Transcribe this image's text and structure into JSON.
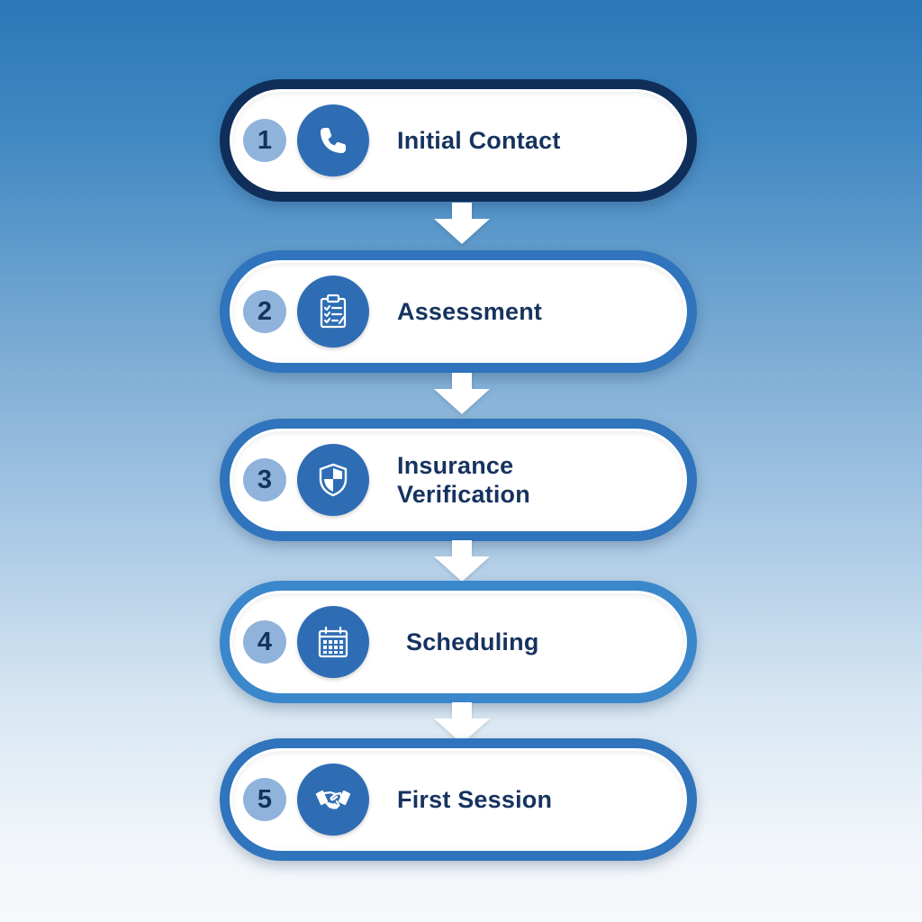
{
  "steps": [
    {
      "number": "1",
      "label": "Initial Contact",
      "icon": "phone-icon"
    },
    {
      "number": "2",
      "label": "Assessment",
      "icon": "clipboard-icon"
    },
    {
      "number": "3",
      "label": "Insurance Verification",
      "icon": "shield-icon"
    },
    {
      "number": "4",
      "label": "Scheduling",
      "icon": "calendar-icon"
    },
    {
      "number": "5",
      "label": "First Session",
      "icon": "handshake-icon"
    }
  ],
  "colors": {
    "step_border_first": "#0f2f5a",
    "step_border": "#2f74bc",
    "icon_circle": "#2e6db4",
    "number_badge": "#8fb3da",
    "text": "#16335f",
    "arrow": "#ffffff"
  }
}
